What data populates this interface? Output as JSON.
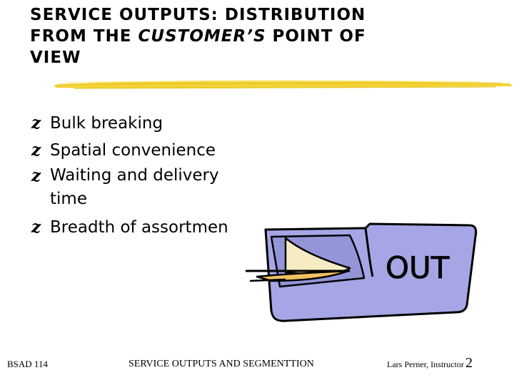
{
  "title": {
    "line1": "SERVICE OUTPUTS:  DISTRIBUTION",
    "line2_prefix": "FROM THE ",
    "line2_italic": "CUSTOMER’S",
    "line2_suffix": " POINT OF",
    "line3": "VIEW"
  },
  "bullets": {
    "glyph": "z",
    "items": [
      {
        "text": "Bulk breaking"
      },
      {
        "text": "Spatial convenience"
      },
      {
        "text": "Waiting and delivery",
        "continuation": "time"
      },
      {
        "text": "Breadth of assortmen"
      }
    ]
  },
  "clipart": {
    "label": "OUT",
    "icon": "out-tray-icon",
    "colors": {
      "tray": "#a6a6e6",
      "outline": "#000000",
      "paper": "#f6ecc4",
      "paper_accent": "#f2c060"
    }
  },
  "footer": {
    "left": "BSAD 114",
    "center": "SERVICE OUTPUTS AND SEGMENTTION",
    "right": "Lars Perner, Instructor",
    "page": "2"
  },
  "colors": {
    "rule": "#f0d030",
    "text": "#000000",
    "background": "#ffffff"
  }
}
